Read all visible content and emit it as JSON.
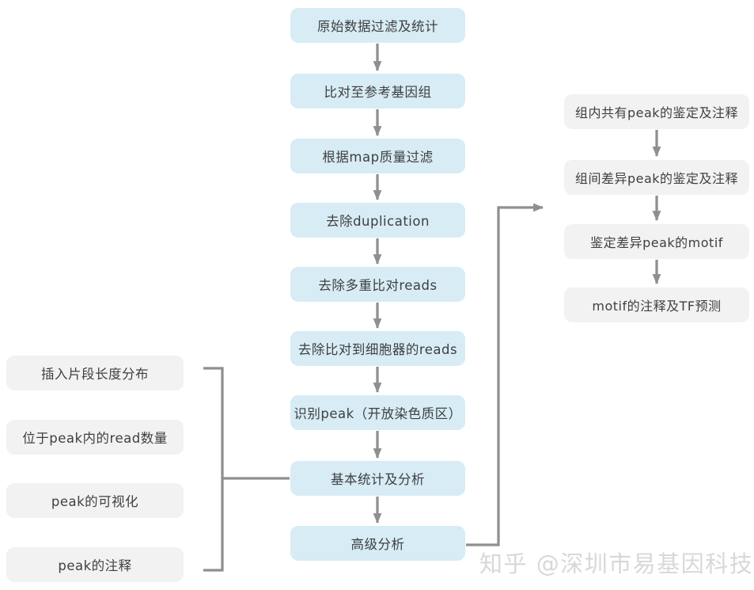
{
  "flowchart": {
    "main_steps": [
      "原始数据过滤及统计",
      "比对至参考基因组",
      "根据map质量过滤",
      "去除duplication",
      "去除多重比对reads",
      "去除比对到细胞器的reads",
      "识别peak（开放染色质区）",
      "基本统计及分析",
      "高级分析"
    ],
    "left_outputs": [
      "插入片段长度分布",
      "位于peak内的read数量",
      "peak的可视化",
      "peak的注释"
    ],
    "right_steps": [
      "组内共有peak的鉴定及注释",
      "组间差异peak的鉴定及注释",
      "鉴定差异peak的motif",
      "motif的注释及TF预测"
    ],
    "watermark": "知乎 @深圳市易基因科技"
  },
  "colors": {
    "main_box_bg": "#d7ecf5",
    "side_box_bg": "#f2f2f3",
    "box_text": "#3f3f3f",
    "connector": "#8f8f8f",
    "watermark_text": "#d8d8d8"
  }
}
